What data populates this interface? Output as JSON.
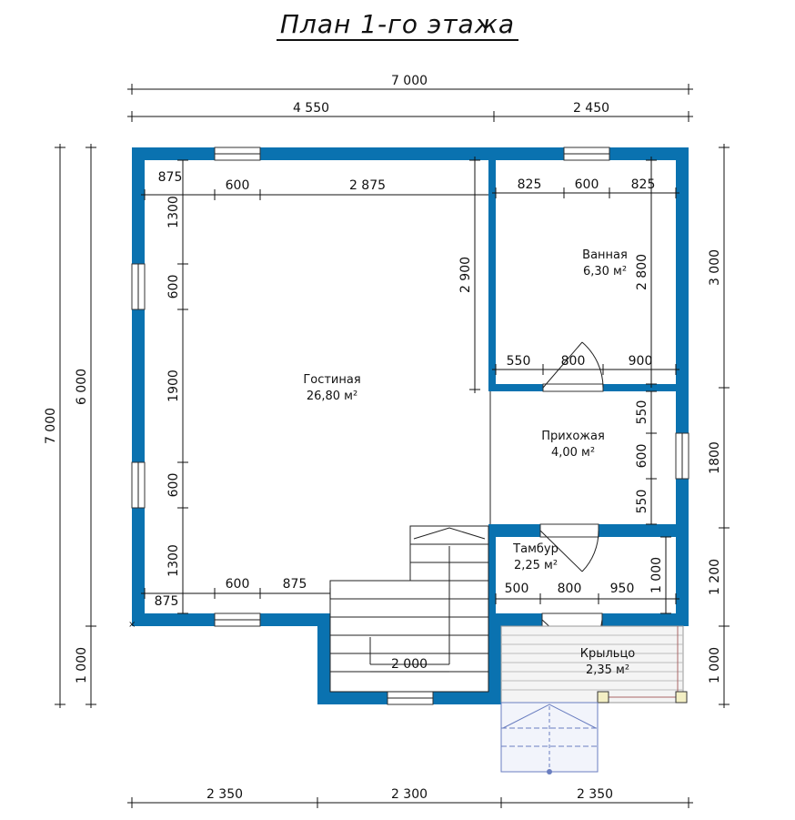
{
  "title": "План 1-го этажа",
  "rooms": {
    "living": {
      "name": "Гостиная",
      "area": "26,80 м²"
    },
    "bath": {
      "name": "Ванная",
      "area": "6,30 м²"
    },
    "hall": {
      "name": "Прихожая",
      "area": "4,00 м²"
    },
    "vestibule": {
      "name": "Тамбур",
      "area": "2,25 м²"
    },
    "porch": {
      "name": "Крыльцо",
      "area": "2,35 м²"
    }
  },
  "dims": {
    "top_total": "7 000",
    "top_left": "4 550",
    "top_right": "2 450",
    "bottom_1": "2 350",
    "bottom_2": "2 300",
    "bottom_3": "2 350",
    "left_total": "7 000",
    "left_6000": "6 000",
    "left_1000": "1 000",
    "right_3000": "3 000",
    "right_1800": "1800",
    "right_1200": "1 200",
    "right_1000": "1 000",
    "lv_875_top": "875",
    "lv_600_top": "600",
    "lv_2875": "2 875",
    "lv_1300_a": "1300",
    "lv_600_a": "600",
    "lv_1900": "1900",
    "lv_600_b": "600",
    "lv_1300_b": "1300",
    "lv_600_bot": "600",
    "lv_875_bot": "875",
    "lv_875_corner": "875",
    "lv_2900": "2 900",
    "bt_825_a": "825",
    "bt_600": "600",
    "bt_825_b": "825",
    "bt_2800": "2 800",
    "bt_550": "550",
    "bt_800": "800",
    "bt_900": "900",
    "hl_550_a": "550",
    "hl_600": "600",
    "hl_550_b": "550",
    "vs_500": "500",
    "vs_800": "800",
    "vs_950": "950",
    "vs_1000": "1 000",
    "stair_2000": "2 000"
  },
  "colors": {
    "wall": "#0a72b0"
  }
}
